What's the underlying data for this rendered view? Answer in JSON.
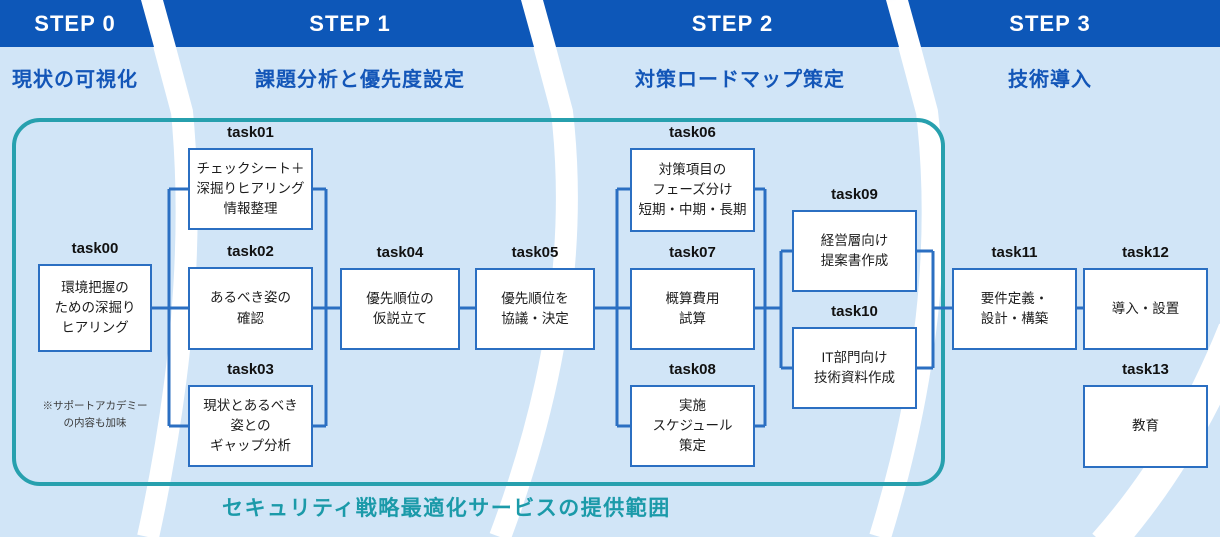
{
  "colors": {
    "header_blue": "#0d57b8",
    "band_blue": "#d1e5f7",
    "subtitle_text": "#1356b8",
    "box_border": "#2b6fc2",
    "connector_blue": "#2b6fc2",
    "scope_teal": "#27a0ae",
    "caption_teal": "#1b9aa9"
  },
  "steps": [
    {
      "label": "STEP 0",
      "subtitle": "現状の可視化"
    },
    {
      "label": "STEP 1",
      "subtitle": "課題分析と優先度設定"
    },
    {
      "label": "STEP 2",
      "subtitle": "対策ロードマップ策定"
    },
    {
      "label": "STEP 3",
      "subtitle": "技術導入"
    }
  ],
  "tasks": [
    {
      "id": "task00",
      "title": "環境把握の\nための深掘り\nヒアリング"
    },
    {
      "id": "task01",
      "title": "チェックシート＋\n深掘りヒアリング\n情報整理"
    },
    {
      "id": "task02",
      "title": "あるべき姿の\n確認"
    },
    {
      "id": "task03",
      "title": "現状とあるべき\n姿との\nギャップ分析"
    },
    {
      "id": "task04",
      "title": "優先順位の\n仮説立て"
    },
    {
      "id": "task05",
      "title": "優先順位を\n協議・決定"
    },
    {
      "id": "task06",
      "title": "対策項目の\nフェーズ分け\n短期・中期・長期"
    },
    {
      "id": "task07",
      "title": "概算費用\n試算"
    },
    {
      "id": "task08",
      "title": "実施\nスケジュール\n策定"
    },
    {
      "id": "task09",
      "title": "経営層向け\n提案書作成"
    },
    {
      "id": "task10",
      "title": "IT部門向け\n技術資料作成"
    },
    {
      "id": "task11",
      "title": "要件定義・\n設計・構築"
    },
    {
      "id": "task12",
      "title": "導入・設置"
    },
    {
      "id": "task13",
      "title": "教育"
    }
  ],
  "note": "※サポートアカデミー\nの内容も加味",
  "scope_caption": "セキュリティ戦略最適化サービスの提供範囲"
}
